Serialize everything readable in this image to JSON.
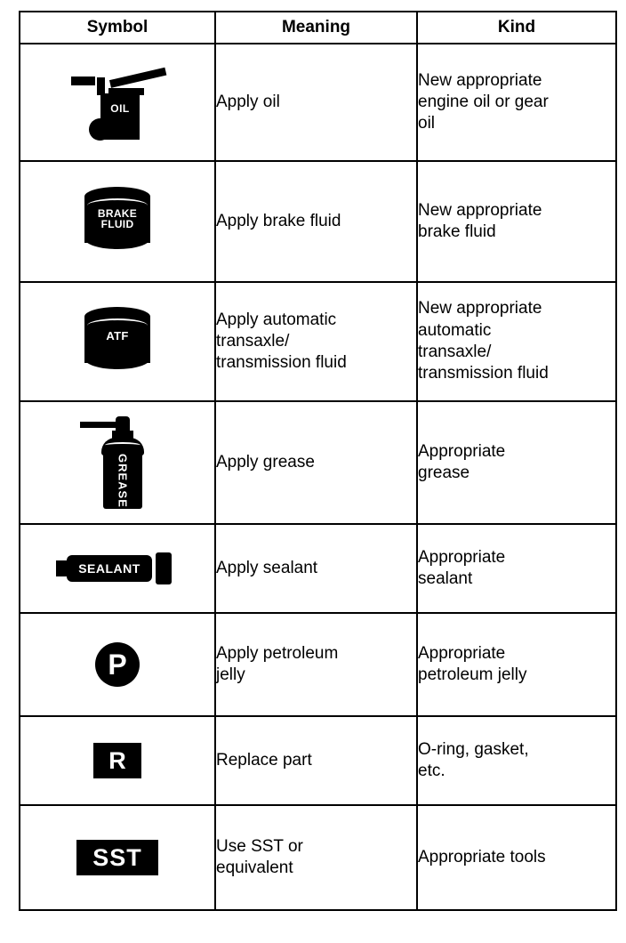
{
  "table": {
    "headers": {
      "symbol": "Symbol",
      "meaning": "Meaning",
      "kind": "Kind"
    },
    "rows": [
      {
        "symbol_name": "oil-can-icon",
        "symbol_label": "OIL",
        "meaning": "Apply oil",
        "kind": "New appropriate\nengine oil or gear\noil"
      },
      {
        "symbol_name": "brake-fluid-can-icon",
        "symbol_label": "BRAKE\nFLUID",
        "meaning": "Apply brake fluid",
        "kind": "New appropriate\nbrake fluid"
      },
      {
        "symbol_name": "atf-can-icon",
        "symbol_label": "ATF",
        "meaning": "Apply automatic\ntransaxle/\ntransmission fluid",
        "kind": "New appropriate\nautomatic\ntransaxle/\ntransmission fluid"
      },
      {
        "symbol_name": "grease-can-icon",
        "symbol_label": "GREASE",
        "meaning": "Apply grease",
        "kind": "Appropriate\ngrease"
      },
      {
        "symbol_name": "sealant-tube-icon",
        "symbol_label": "SEALANT",
        "meaning": "Apply sealant",
        "kind": "Appropriate\nsealant"
      },
      {
        "symbol_name": "petroleum-jelly-p-icon",
        "symbol_label": "P",
        "meaning": "Apply petroleum\njelly",
        "kind": "Appropriate\npetroleum jelly"
      },
      {
        "symbol_name": "replace-part-r-icon",
        "symbol_label": "R",
        "meaning": "Replace part",
        "kind": "O-ring, gasket,\netc."
      },
      {
        "symbol_name": "sst-tool-icon",
        "symbol_label": "SST",
        "meaning": "Use SST or\nequivalent",
        "kind": "Appropriate tools"
      }
    ]
  },
  "colors": {
    "ink": "#000000",
    "paper": "#ffffff"
  }
}
